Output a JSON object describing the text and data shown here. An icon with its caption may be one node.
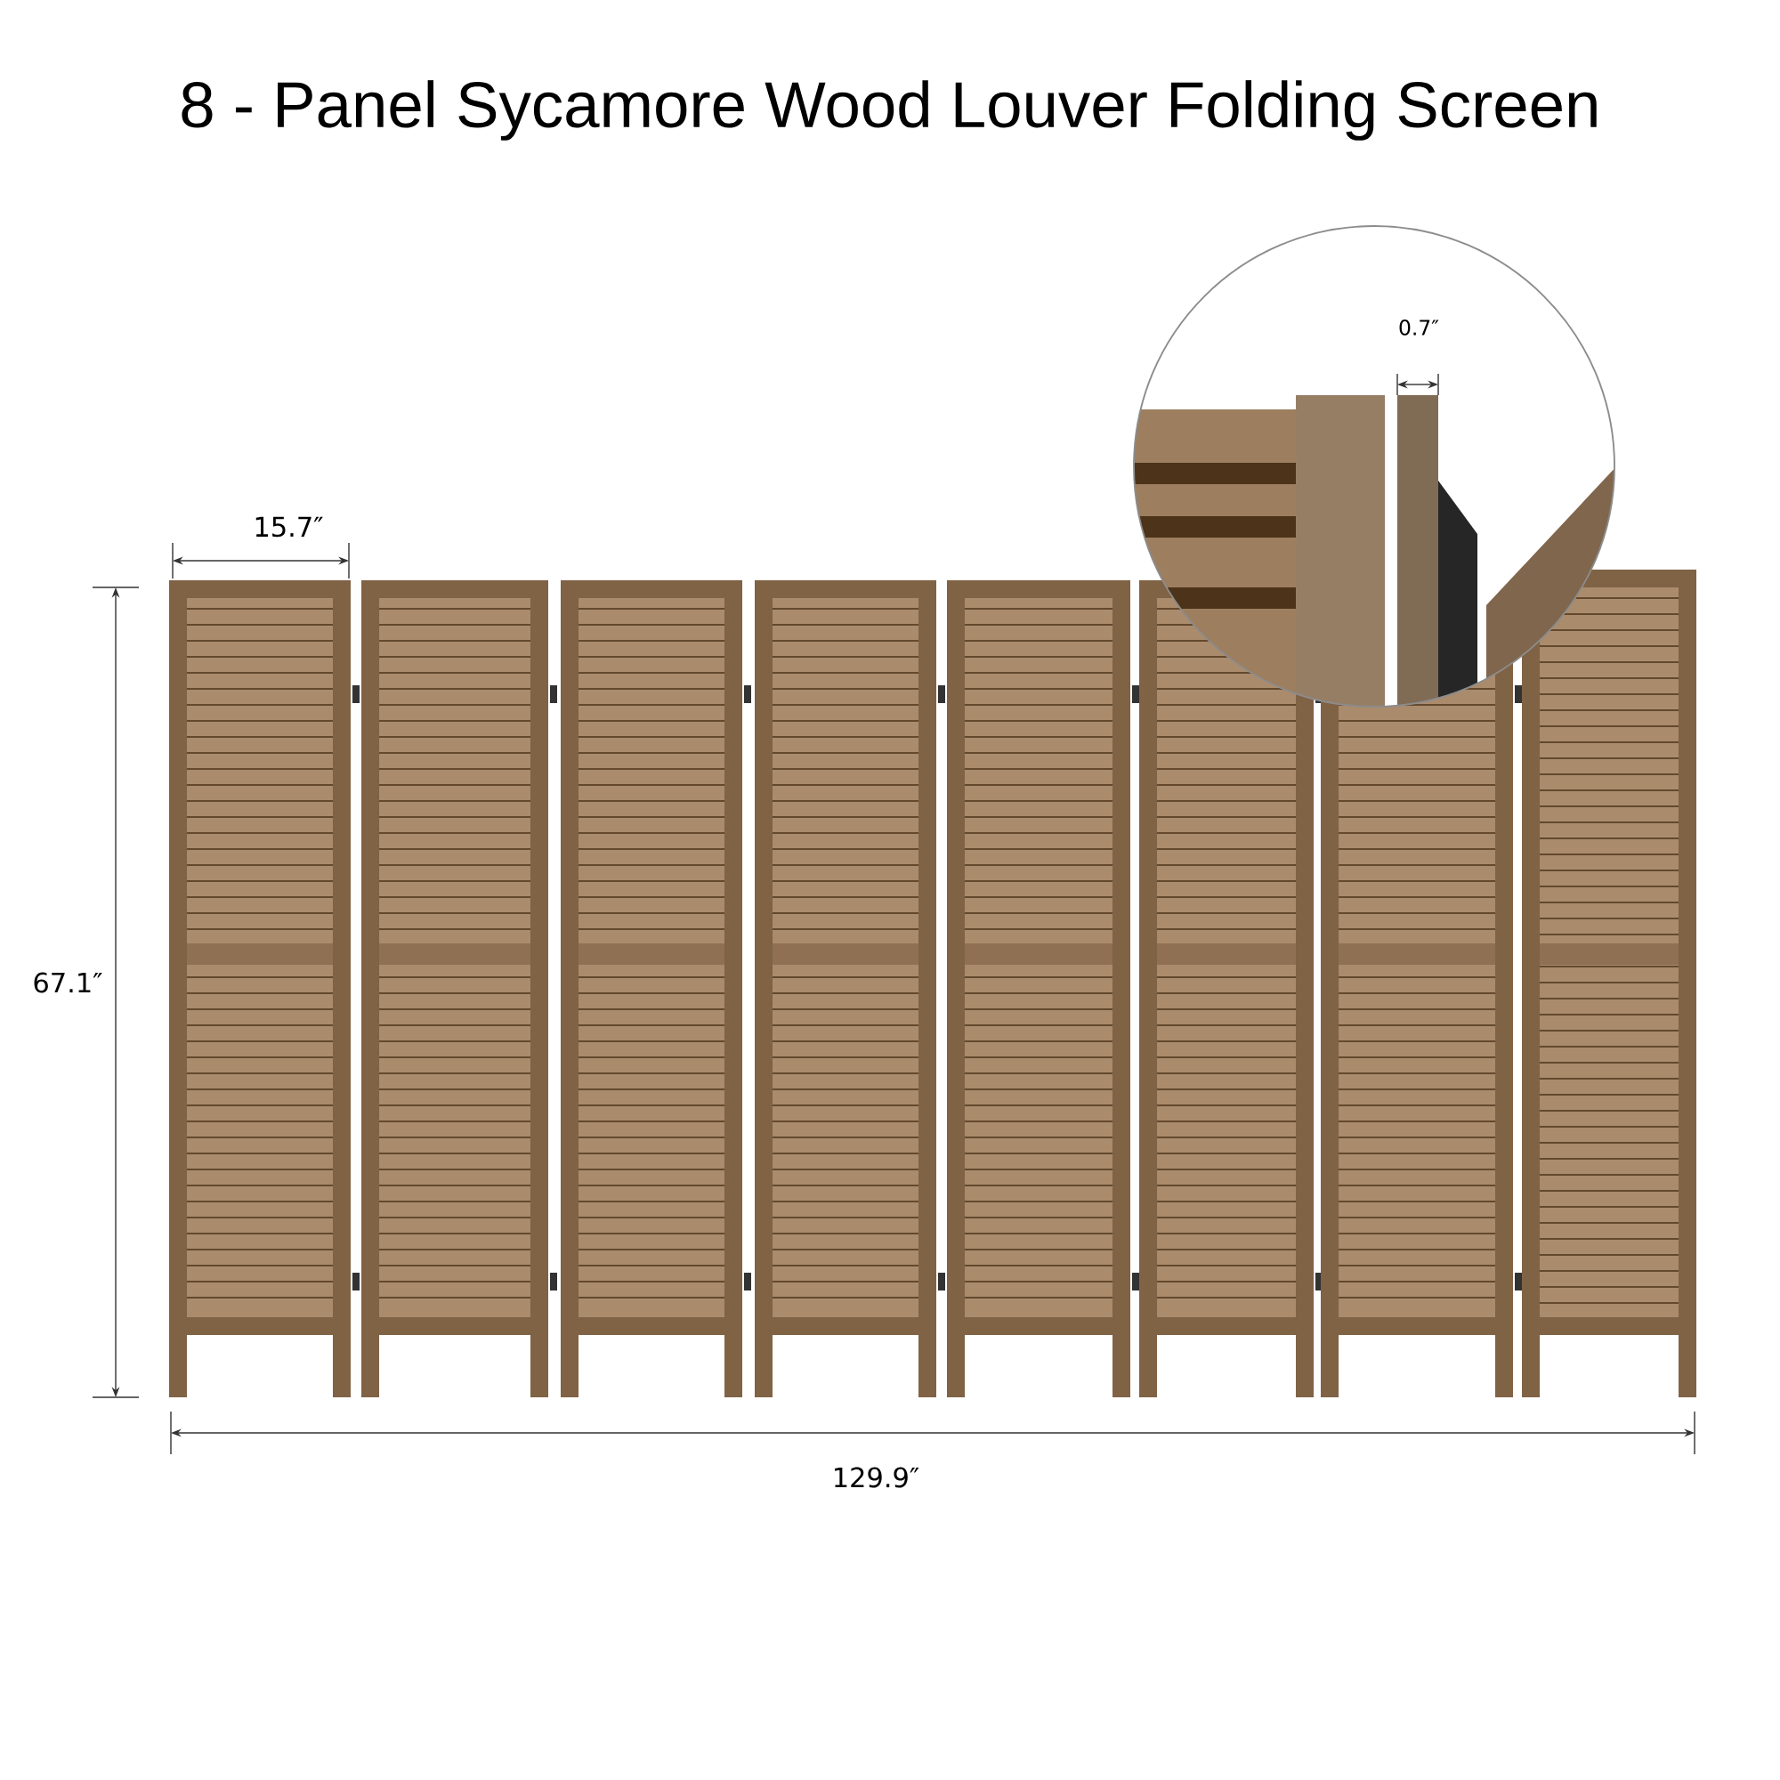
{
  "diagram": {
    "title": "8 - Panel Sycamore Wood Louver Folding Screen",
    "labels": [
      "0.7″",
      "15.7″",
      "67.1″",
      "129.9″"
    ]
  }
}
